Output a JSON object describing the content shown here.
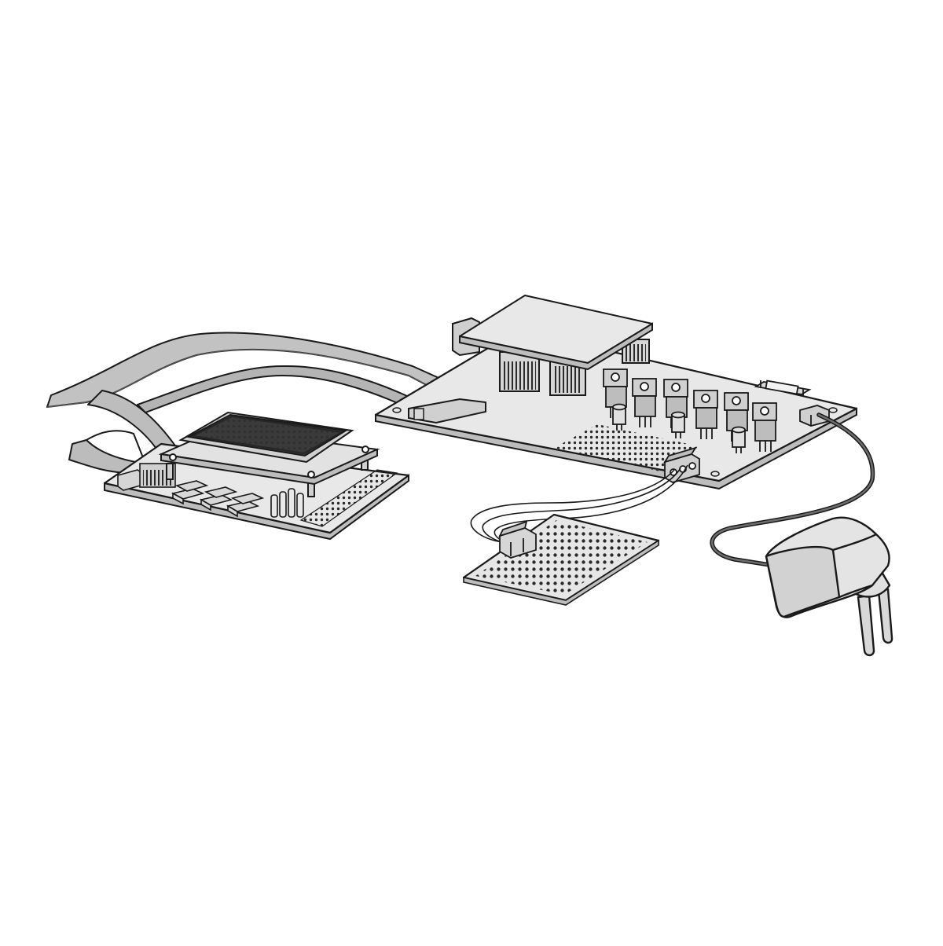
{
  "illustration": {
    "style": "monochrome line drawing",
    "colors": {
      "background": "#ffffff",
      "outline": "#1a1a1a",
      "board_fill": "#e6e6e6",
      "board_edge": "#cfcfcf",
      "component_fill": "#d4d4d4",
      "dark_fill": "#3a3a3a",
      "cable_fill": "#b9b9b9",
      "hole": "#2a2a2a"
    },
    "objects": [
      "main-controller-board",
      "display-board",
      "ribbon-cable",
      "mezzanine-board",
      "perfboard",
      "terminal-block",
      "power-adapter",
      "power-cord"
    ]
  }
}
